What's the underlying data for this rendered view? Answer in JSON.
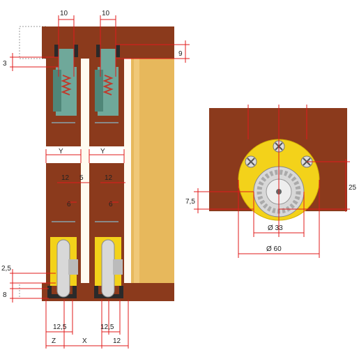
{
  "colors": {
    "wood": "#8b3a1c",
    "wood_dark": "#5c2410",
    "wood_light": "#a84a26",
    "panel": "#e7b85c",
    "panel_light": "#f0c878",
    "rail": "#2a2a2a",
    "metal": "#d8d8d8",
    "bracket": "#6fa89a",
    "yellow": "#f3d21a",
    "dim_line": "#e01b1b"
  },
  "left_view": {
    "top_dims": {
      "left": "10",
      "right": "10"
    },
    "side_dims": {
      "groove_depth": "3",
      "rail_height": "9",
      "bottom_gap": "2,5",
      "bottom_rail": "8"
    },
    "mid_dims": {
      "y_left": "Y",
      "y_right": "Y",
      "twelve_left": "12",
      "gap": "5",
      "twelve_right": "12",
      "six_left": "6",
      "six_right": "6"
    },
    "bottom_dims": {
      "twelve5_left": "12,5",
      "twelve5_right": "12,5",
      "z": "Z",
      "x": "X",
      "twelve": "12"
    }
  },
  "right_view": {
    "dims": {
      "height_25": "25",
      "offset_7_5": "7,5",
      "d33": "Ø 33",
      "d60": "Ø 60"
    }
  }
}
